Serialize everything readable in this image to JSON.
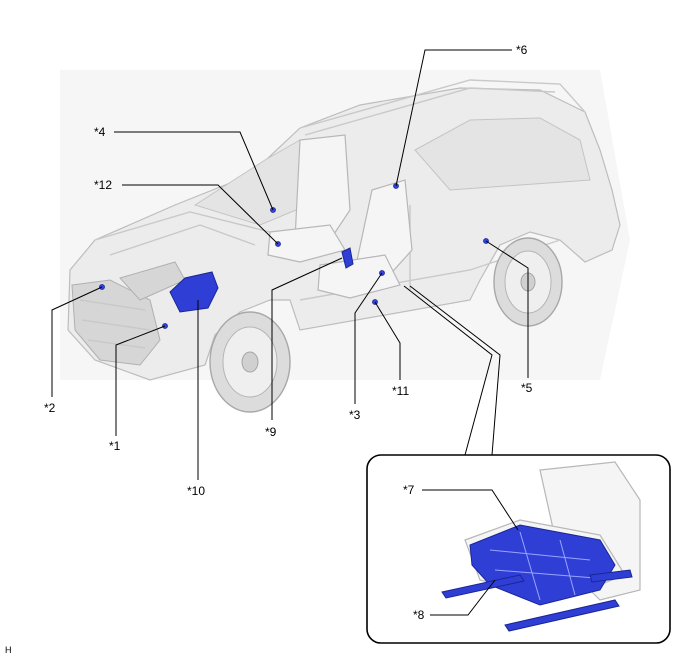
{
  "callouts": [
    {
      "id": "c6",
      "label": "*6"
    },
    {
      "id": "c4",
      "label": "*4"
    },
    {
      "id": "c12",
      "label": "*12"
    },
    {
      "id": "c2",
      "label": "*2"
    },
    {
      "id": "c1",
      "label": "*1"
    },
    {
      "id": "c10",
      "label": "*10"
    },
    {
      "id": "c9",
      "label": "*9"
    },
    {
      "id": "c3",
      "label": "*3"
    },
    {
      "id": "c11",
      "label": "*11"
    },
    {
      "id": "c5",
      "label": "*5"
    },
    {
      "id": "c7",
      "label": "*7"
    },
    {
      "id": "c8",
      "label": "*8"
    }
  ],
  "corner_mark": "H",
  "colors": {
    "component_highlight": "#2f3fd6",
    "vehicle_body": "#ececec",
    "leader_line": "#000000"
  }
}
